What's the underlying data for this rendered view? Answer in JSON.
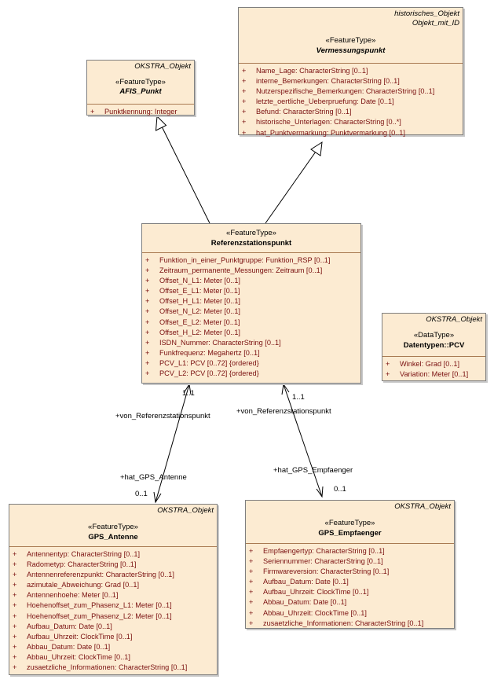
{
  "classes": {
    "afis": {
      "namespace": "OKSTRA_Objekt",
      "stereotype": "«FeatureType»",
      "name": "AFIS_Punkt",
      "attributes": [
        {
          "vis": "+",
          "text": "Punktkennung: Integer"
        }
      ]
    },
    "vermessung": {
      "namespace1": "historisches_Objekt",
      "namespace2": "Objekt_mit_ID",
      "stereotype": "«FeatureType»",
      "name": "Vermessungspunkt",
      "attributes": [
        {
          "vis": "+",
          "text": "Name_Lage: CharacterString [0..1]"
        },
        {
          "vis": "+",
          "text": "interne_Bemerkungen: CharacterString [0..1]"
        },
        {
          "vis": "+",
          "text": "Nutzerspezifische_Bemerkungen: CharacterString [0..1]"
        },
        {
          "vis": "+",
          "text": "letzte_oertliche_Ueberpruefung: Date [0..1]"
        },
        {
          "vis": "+",
          "text": "Befund: CharacterString [0..1]"
        },
        {
          "vis": "+",
          "text": "historische_Unterlagen: CharacterString [0..*]"
        },
        {
          "vis": "+",
          "text": "hat_Punktvermarkung: Punktvermarkung [0..1]"
        }
      ]
    },
    "referenz": {
      "stereotype": "«FeatureType»",
      "name": "Referenzstationspunkt",
      "attributes": [
        {
          "vis": "+",
          "text": "Funktion_in_einer_Punktgruppe: Funktion_RSP [0..1]"
        },
        {
          "vis": "+",
          "text": "Zeitraum_permanente_Messungen: Zeitraum [0..1]"
        },
        {
          "vis": "+",
          "text": "Offset_N_L1: Meter [0..1]"
        },
        {
          "vis": "+",
          "text": "Offset_E_L1: Meter [0..1]"
        },
        {
          "vis": "+",
          "text": "Offset_H_L1: Meter [0..1]"
        },
        {
          "vis": "+",
          "text": "Offset_N_L2: Meter [0..1]"
        },
        {
          "vis": "+",
          "text": "Offset_E_L2: Meter [0..1]"
        },
        {
          "vis": "+",
          "text": "Offset_H_L2: Meter [0..1]"
        },
        {
          "vis": "+",
          "text": "ISDN_Nummer: CharacterString [0..1]"
        },
        {
          "vis": "+",
          "text": "Funkfrequenz: Megahertz [0..1]"
        },
        {
          "vis": "+",
          "text": "PCV_L1: PCV [0..72] {ordered}"
        },
        {
          "vis": "+",
          "text": "PCV_L2: PCV [0..72] {ordered}"
        }
      ]
    },
    "pcv": {
      "namespace": "OKSTRA_Objekt",
      "stereotype": "«DataType»",
      "name": "Datentypen::PCV",
      "attributes": [
        {
          "vis": "+",
          "text": "Winkel: Grad [0..1]"
        },
        {
          "vis": "+",
          "text": "Variation: Meter [0..1]"
        }
      ]
    },
    "antenne": {
      "namespace": "OKSTRA_Objekt",
      "stereotype": "«FeatureType»",
      "name": "GPS_Antenne",
      "attributes": [
        {
          "vis": "+",
          "text": "Antennentyp: CharacterString [0..1]"
        },
        {
          "vis": "+",
          "text": "Radometyp: CharacterString [0..1]"
        },
        {
          "vis": "+",
          "text": "Antennenreferenzpunkt: CharacterString [0..1]"
        },
        {
          "vis": "+",
          "text": "azimutale_Abweichung: Grad [0..1]"
        },
        {
          "vis": "+",
          "text": "Antennenhoehe: Meter [0..1]"
        },
        {
          "vis": "+",
          "text": "Hoehenoffset_zum_Phasenz_L1: Meter [0..1]"
        },
        {
          "vis": "+",
          "text": "Hoehenoffset_zum_Phasenz_L2: Meter [0..1]"
        },
        {
          "vis": "+",
          "text": "Aufbau_Datum: Date [0..1]"
        },
        {
          "vis": "+",
          "text": "Aufbau_Uhrzeit: ClockTime [0..1]"
        },
        {
          "vis": "+",
          "text": "Abbau_Datum: Date [0..1]"
        },
        {
          "vis": "+",
          "text": "Abbau_Uhrzeit: ClockTime [0..1]"
        },
        {
          "vis": "+",
          "text": "zusaetzliche_Informationen: CharacterString [0..1]"
        }
      ]
    },
    "empfaenger": {
      "namespace": "OKSTRA_Objekt",
      "stereotype": "«FeatureType»",
      "name": "GPS_Empfaenger",
      "attributes": [
        {
          "vis": "+",
          "text": "Empfaengertyp: CharacterString [0..1]"
        },
        {
          "vis": "+",
          "text": "Seriennummer: CharacterString [0..1]"
        },
        {
          "vis": "+",
          "text": "Firmwareversion: CharacterString [0..1]"
        },
        {
          "vis": "+",
          "text": "Aufbau_Datum: Date [0..1]"
        },
        {
          "vis": "+",
          "text": "Aufbau_Uhrzeit: ClockTime [0..1]"
        },
        {
          "vis": "+",
          "text": "Abbau_Datum: Date [0..1]"
        },
        {
          "vis": "+",
          "text": "Abbau_Uhrzeit: ClockTime [0..1]"
        },
        {
          "vis": "+",
          "text": "zusaetzliche_Informationen: CharacterString [0..1]"
        }
      ]
    }
  },
  "associations": {
    "antenne": {
      "source_role": "+von_Referenzstationspunkt",
      "source_mult": "1..1",
      "target_role": "+hat_GPS_Antenne",
      "target_mult": "0..1"
    },
    "empfaenger": {
      "source_role": "+von_Referenzstationspunkt",
      "source_mult": "1..1",
      "target_role": "+hat_GPS_Empfaenger",
      "target_mult": "0..1"
    }
  },
  "colors": {
    "class_fill": "#fcebd2",
    "attribute_text": "#7a1010",
    "line": "#000000"
  }
}
